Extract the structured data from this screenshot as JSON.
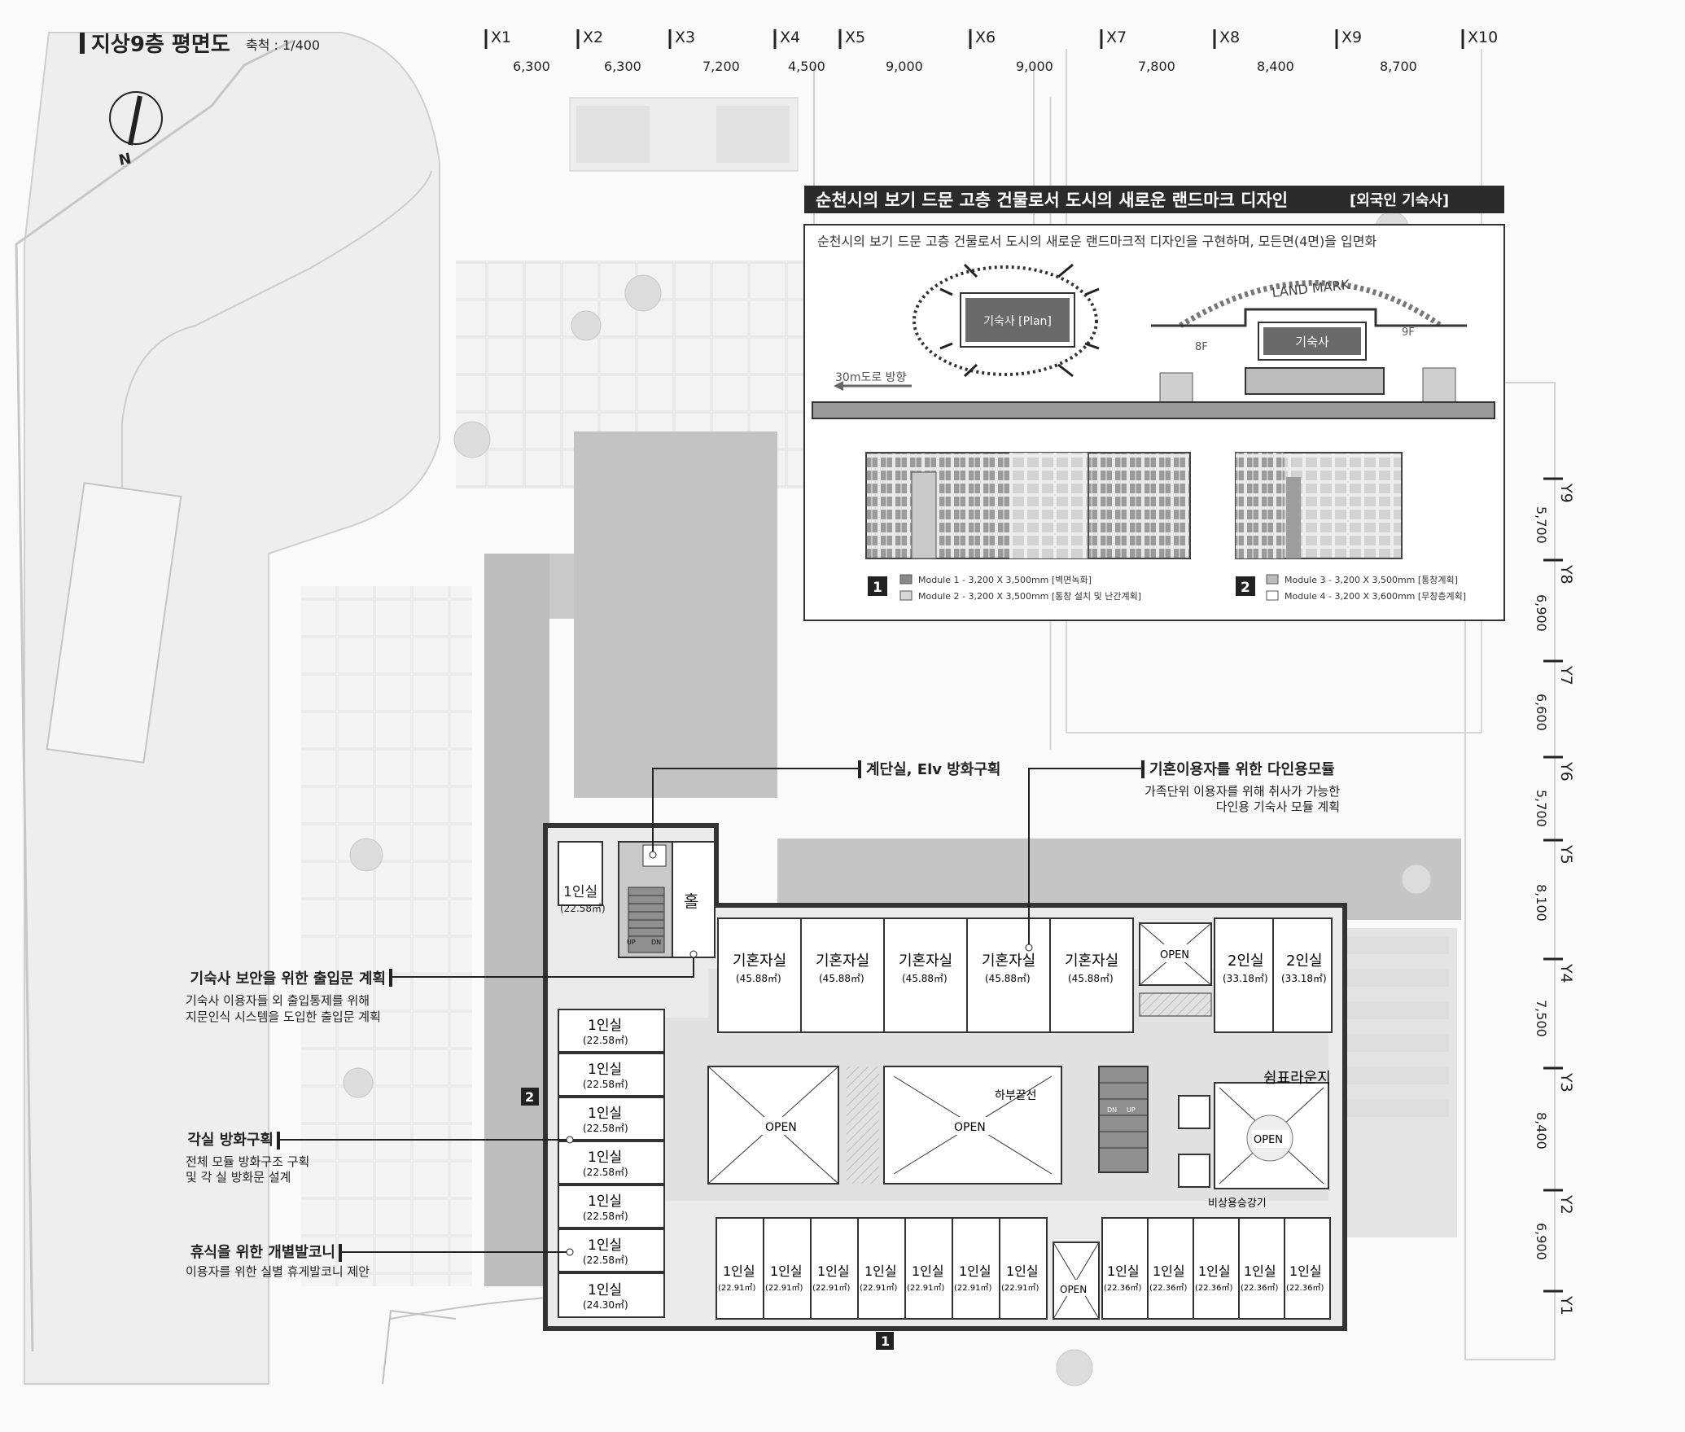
{
  "title": {
    "main": "지상9층 평면도",
    "scale": "축척 : 1/400"
  },
  "north": {
    "label": "N"
  },
  "grid_x": [
    {
      "label": "X1",
      "dim": "6,300"
    },
    {
      "label": "X2",
      "dim": "6,300"
    },
    {
      "label": "X3",
      "dim": "7,200"
    },
    {
      "label": "X4",
      "dim": "4,500"
    },
    {
      "label": "X5",
      "dim": "9,000"
    },
    {
      "label": "X6",
      "dim": "9,000"
    },
    {
      "label": "X7",
      "dim": "7,800"
    },
    {
      "label": "X8",
      "dim": "8,400"
    },
    {
      "label": "X9",
      "dim": "8,700"
    },
    {
      "label": "X10",
      "dim": ""
    }
  ],
  "grid_y": [
    {
      "label": "Y9",
      "dim": "5,700"
    },
    {
      "label": "Y8",
      "dim": "6,900"
    },
    {
      "label": "Y7",
      "dim": "6,600"
    },
    {
      "label": "Y6",
      "dim": "5,700"
    },
    {
      "label": "Y5",
      "dim": "8,100"
    },
    {
      "label": "Y4",
      "dim": "7,500"
    },
    {
      "label": "Y3",
      "dim": "8,400"
    },
    {
      "label": "Y2",
      "dim": "6,900"
    },
    {
      "label": "Y1",
      "dim": ""
    }
  ],
  "landmark": {
    "header": "순천시의 보기 드문 고층 건물로서 도시의 새로운 랜드마크 디자인",
    "header_tag": "[외국인 기숙사]",
    "desc": "순천시의 보기 드문 고층 건물로서 도시의 새로운 랜드마크적 디자인을 구현하며, 모든면(4면)을 입면화",
    "plan_label": "기숙사 [Plan]",
    "road_label": "30m도로 방향",
    "landmark_label": "LAND MARK",
    "dorm_label": "기숙사",
    "left_floor": "8F",
    "right_floor": "9F",
    "badge1": "1",
    "badge2": "2",
    "module1": "Module 1 - 3,200 X 3,500mm [벽면녹화]",
    "module2": "Module 2 - 3,200 X 3,500mm [통창 설치 및 난간계획]",
    "module3": "Module 3 - 3,200 X 3,500mm [통창계획]",
    "module4": "Module 4 - 3,200 X 3,600mm [무창층계획]"
  },
  "annotations": {
    "stair": "계단실, Elv 방화구획",
    "married_title": "기혼이용자를 위한 다인용모듈",
    "married_desc1": "가족단위 이용자를 위해 취사가 가능한",
    "married_desc2": "다인용 기숙사 모듈 계획",
    "security_title": "기숙사 보안을 위한 출입문 계획",
    "security_desc1": "기숙사 이용자들 외 출입통제를 위해",
    "security_desc2": "지문인식 시스템을 도입한 출입문 계획",
    "fire_title": "각실 방화구획",
    "fire_desc1": "전체 모듈 방화구조 구획",
    "fire_desc2": "및 각 실 방화문 설계",
    "balcony_title": "휴식을 위한 개별발코니",
    "balcony_desc": "이용자를 위한 실별 휴게발코니 제안"
  },
  "rooms": {
    "single": "1인실",
    "married": "기혼자실",
    "double": "2인실",
    "open": "OPEN",
    "hall": "홀",
    "lounge": "쉼표라운지",
    "lower_line": "하부끝선",
    "emergency_elv": "비상용승강기",
    "up": "UP",
    "dn": "DN",
    "area_single_nw": "(22.58㎡)",
    "area_single_w": "(22.58㎡)",
    "area_single_w_last": "(24.30㎡)",
    "area_married": "(45.88㎡)",
    "area_double": "(33.18㎡)",
    "area_single_s1": "(22.91㎡)",
    "area_single_s2": "(22.36㎡)"
  },
  "section_markers": {
    "south": "1",
    "west": "2"
  }
}
